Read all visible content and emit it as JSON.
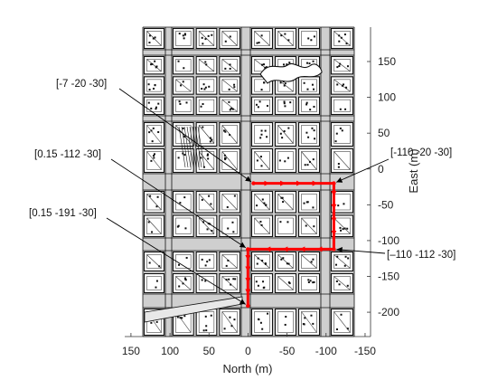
{
  "chart_data": {
    "type": "scatter",
    "title": "",
    "xlabel": "North (m)",
    "ylabel": "East (m)",
    "x_reversed": true,
    "xlim": [
      158,
      -157
    ],
    "ylim": [
      -234,
      198
    ],
    "xticks": [
      150,
      100,
      50,
      0,
      -50,
      -100,
      -150
    ],
    "xtick_labels": [
      "150",
      "100",
      "50",
      "0",
      "-50",
      "-100",
      "-150"
    ],
    "yticks": [
      150,
      100,
      50,
      0,
      -50,
      -100,
      -150,
      -200
    ],
    "ytick_labels": [
      "150",
      "100",
      "50",
      "0",
      "-50",
      "-100",
      "-150",
      "-200"
    ],
    "background": "urban map of city blocks (black line drawing)",
    "path_color": "#ff0000",
    "series": [
      {
        "x": [
          -7,
          -110,
          -110,
          0.15,
          0.15
        ],
        "y": [
          -20,
          -20,
          -112,
          -112,
          -191
        ]
      }
    ],
    "annotations": [
      {
        "text": "[-7 -20 -30]",
        "x": -7,
        "y": -20
      },
      {
        "text": "[0.15 -112 -30]",
        "x": 0.15,
        "y": -112
      },
      {
        "text": "[0.15 -191 -30]",
        "x": 0.15,
        "y": -191
      },
      {
        "text": "[-110 -20 -30]",
        "x": -110,
        "y": -20
      },
      {
        "text": "[–110 -112 -30]",
        "x": -110,
        "y": -112
      }
    ]
  }
}
